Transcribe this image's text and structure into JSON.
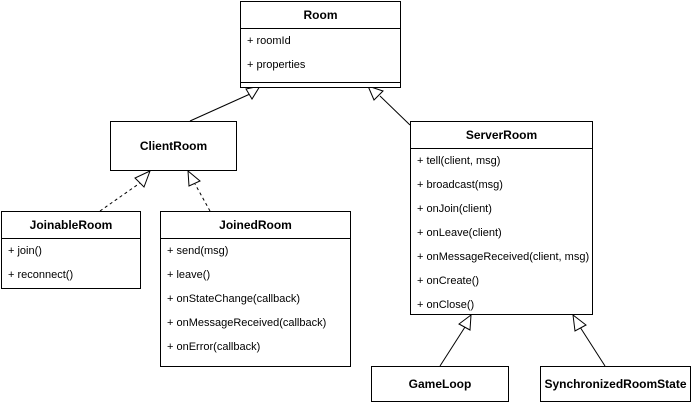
{
  "classes": {
    "room": {
      "name": "Room",
      "attributes": [
        "+ roomId",
        "+ properties"
      ]
    },
    "client_room": {
      "name": "ClientRoom"
    },
    "server_room": {
      "name": "ServerRoom",
      "methods": [
        "+ tell(client, msg)",
        "+ broadcast(msg)",
        "+ onJoin(client)",
        "+ onLeave(client)",
        "+ onMessageReceived(client, msg)",
        "+ onCreate()",
        "+ onClose()"
      ]
    },
    "joinable_room": {
      "name": "JoinableRoom",
      "methods": [
        "+ join()",
        "+ reconnect()"
      ]
    },
    "joined_room": {
      "name": "JoinedRoom",
      "methods": [
        "+ send(msg)",
        "+ leave()",
        "+ onStateChange(callback)",
        "+ onMessageReceived(callback)",
        "+ onError(callback)"
      ]
    },
    "game_loop": {
      "name": "GameLoop"
    },
    "synchronized_room_state": {
      "name": "SynchronizedRoomState"
    }
  }
}
